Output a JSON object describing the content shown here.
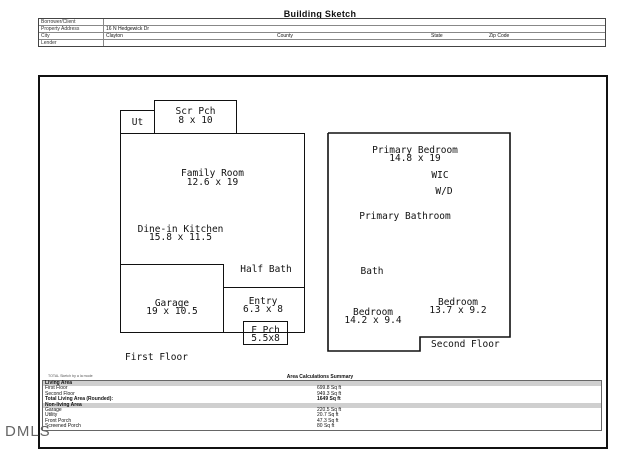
{
  "page_title": "Building Sketch",
  "header": {
    "rows": [
      {
        "label": "Borrower/Client",
        "value": ""
      },
      {
        "label": "Property Address",
        "value": "16 N Hedgewick Dr"
      },
      {
        "label": "City",
        "value": "Clayton",
        "county_label": "County",
        "state_label": "State",
        "zip_label": "Zip Code"
      },
      {
        "label": "Lender",
        "value": ""
      }
    ]
  },
  "first_floor": {
    "label": "First Floor",
    "rooms": {
      "ut": "Ut",
      "scr_pch_name": "Scr Pch",
      "scr_pch_dim": "8 x 10",
      "family_name": "Family Room",
      "family_dim": "12.6 x 19",
      "kitchen_name": "Dine-in Kitchen",
      "kitchen_dim": "15.8 x 11.5",
      "half_bath": "Half Bath",
      "garage_name": "Garage",
      "garage_dim": "19 x 10.5",
      "entry_name": "Entry",
      "entry_dim": "6.3 x 8",
      "fpch_name": "F Pch",
      "fpch_dim": "5.5x8"
    }
  },
  "second_floor": {
    "label": "Second Floor",
    "rooms": {
      "primary_name": "Primary Bedroom",
      "primary_dim": "14.8 x 19",
      "wic": "WIC",
      "wd": "W/D",
      "primary_bath": "Primary Bathroom",
      "bath": "Bath",
      "bed1_name": "Bedroom",
      "bed1_dim": "14.2 x 9.4",
      "bed2_name": "Bedroom",
      "bed2_dim": "13.7 x 9.2"
    }
  },
  "summary": {
    "title": "Area Calculations Summary",
    "drawn_note": "TOTAL Sketch by a la mode",
    "rows": [
      {
        "name": "Living Area",
        "value": "",
        "style": "head"
      },
      {
        "name": "First Floor",
        "value": "699.8 Sq ft",
        "style": ""
      },
      {
        "name": "Second Floor",
        "value": "949.3 Sq ft",
        "style": ""
      },
      {
        "name": "Total Living Area (Rounded):",
        "value": "1649 Sq ft",
        "style": "bold"
      },
      {
        "name": "Non-living Area",
        "value": "",
        "style": "head"
      },
      {
        "name": "Garage",
        "value": "220.5 Sq ft",
        "style": ""
      },
      {
        "name": "Utility",
        "value": "20.7 Sq ft",
        "style": ""
      },
      {
        "name": "Front Porch",
        "value": "47.3 Sq ft",
        "style": ""
      },
      {
        "name": "Screened Porch",
        "value": "80 Sq ft",
        "style": ""
      }
    ]
  },
  "logo_text": "DMLS"
}
